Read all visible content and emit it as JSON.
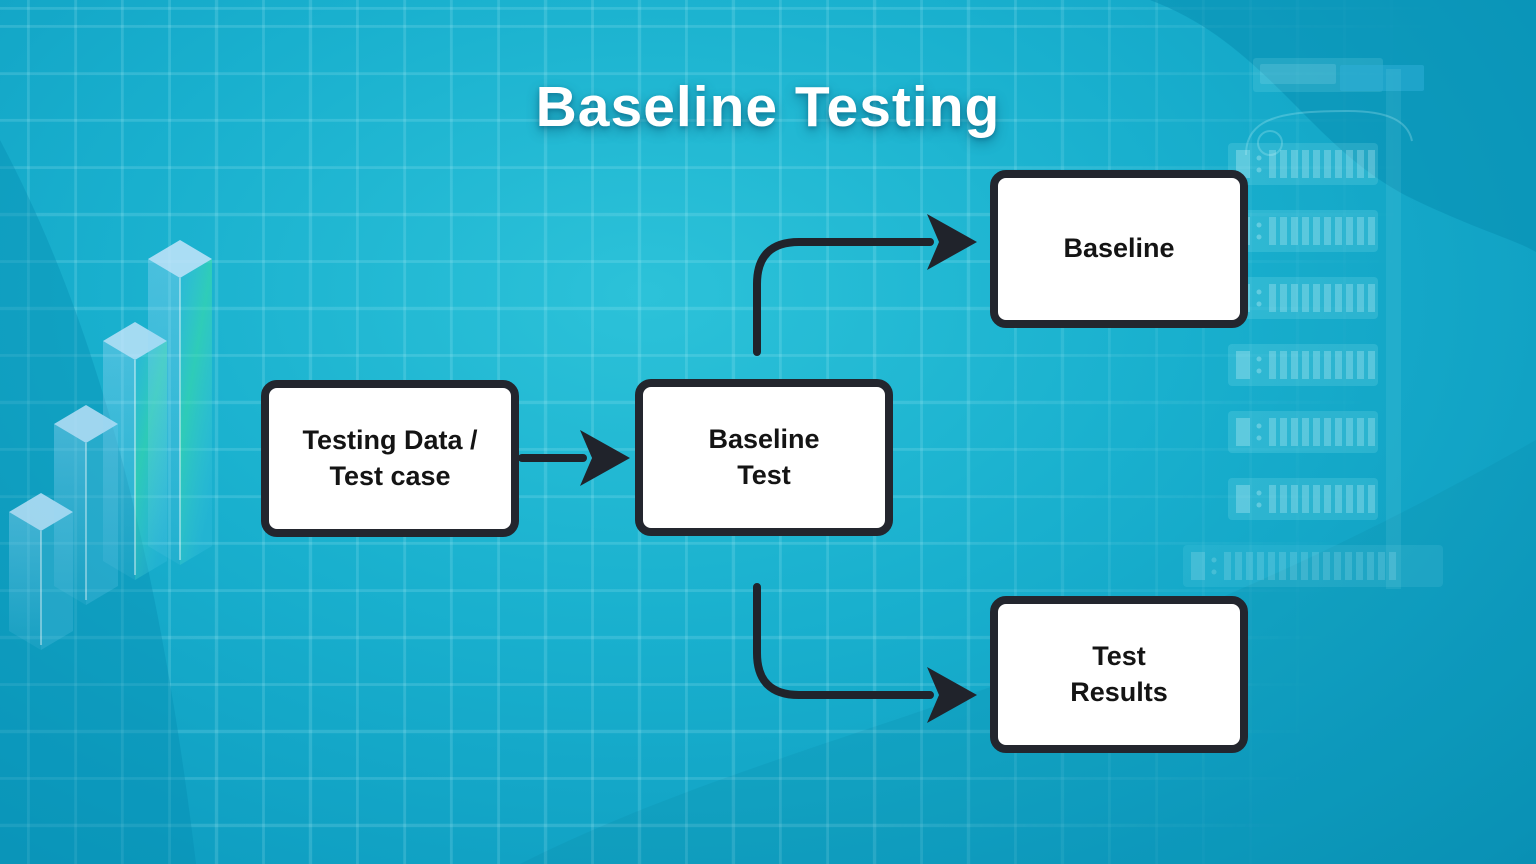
{
  "slide": {
    "title": "Baseline Testing"
  },
  "diagram": {
    "nodes": [
      {
        "id": "testing-data",
        "lines": [
          "Testing Data /",
          "Test case"
        ]
      },
      {
        "id": "baseline-test",
        "lines": [
          "Baseline",
          "Test"
        ]
      },
      {
        "id": "baseline",
        "lines": [
          "Baseline"
        ]
      },
      {
        "id": "test-results",
        "lines": [
          "Test",
          "Results"
        ]
      }
    ],
    "edges": [
      {
        "from": "testing-data",
        "to": "baseline-test"
      },
      {
        "from": "baseline-test",
        "to": "baseline"
      },
      {
        "from": "baseline-test",
        "to": "test-results"
      }
    ]
  },
  "graphics": {
    "left_illustration": "isometric-bar-chart",
    "right_illustration": "server-rack",
    "background_pattern": "grid"
  },
  "colors": {
    "background_teal": "#19b0ce",
    "background_dark_wave": "#0894b8",
    "node_fill": "#ffffff",
    "node_border": "#23262e",
    "arrow": "#20232b",
    "title_text": "#ffffff",
    "node_text": "#141414"
  }
}
